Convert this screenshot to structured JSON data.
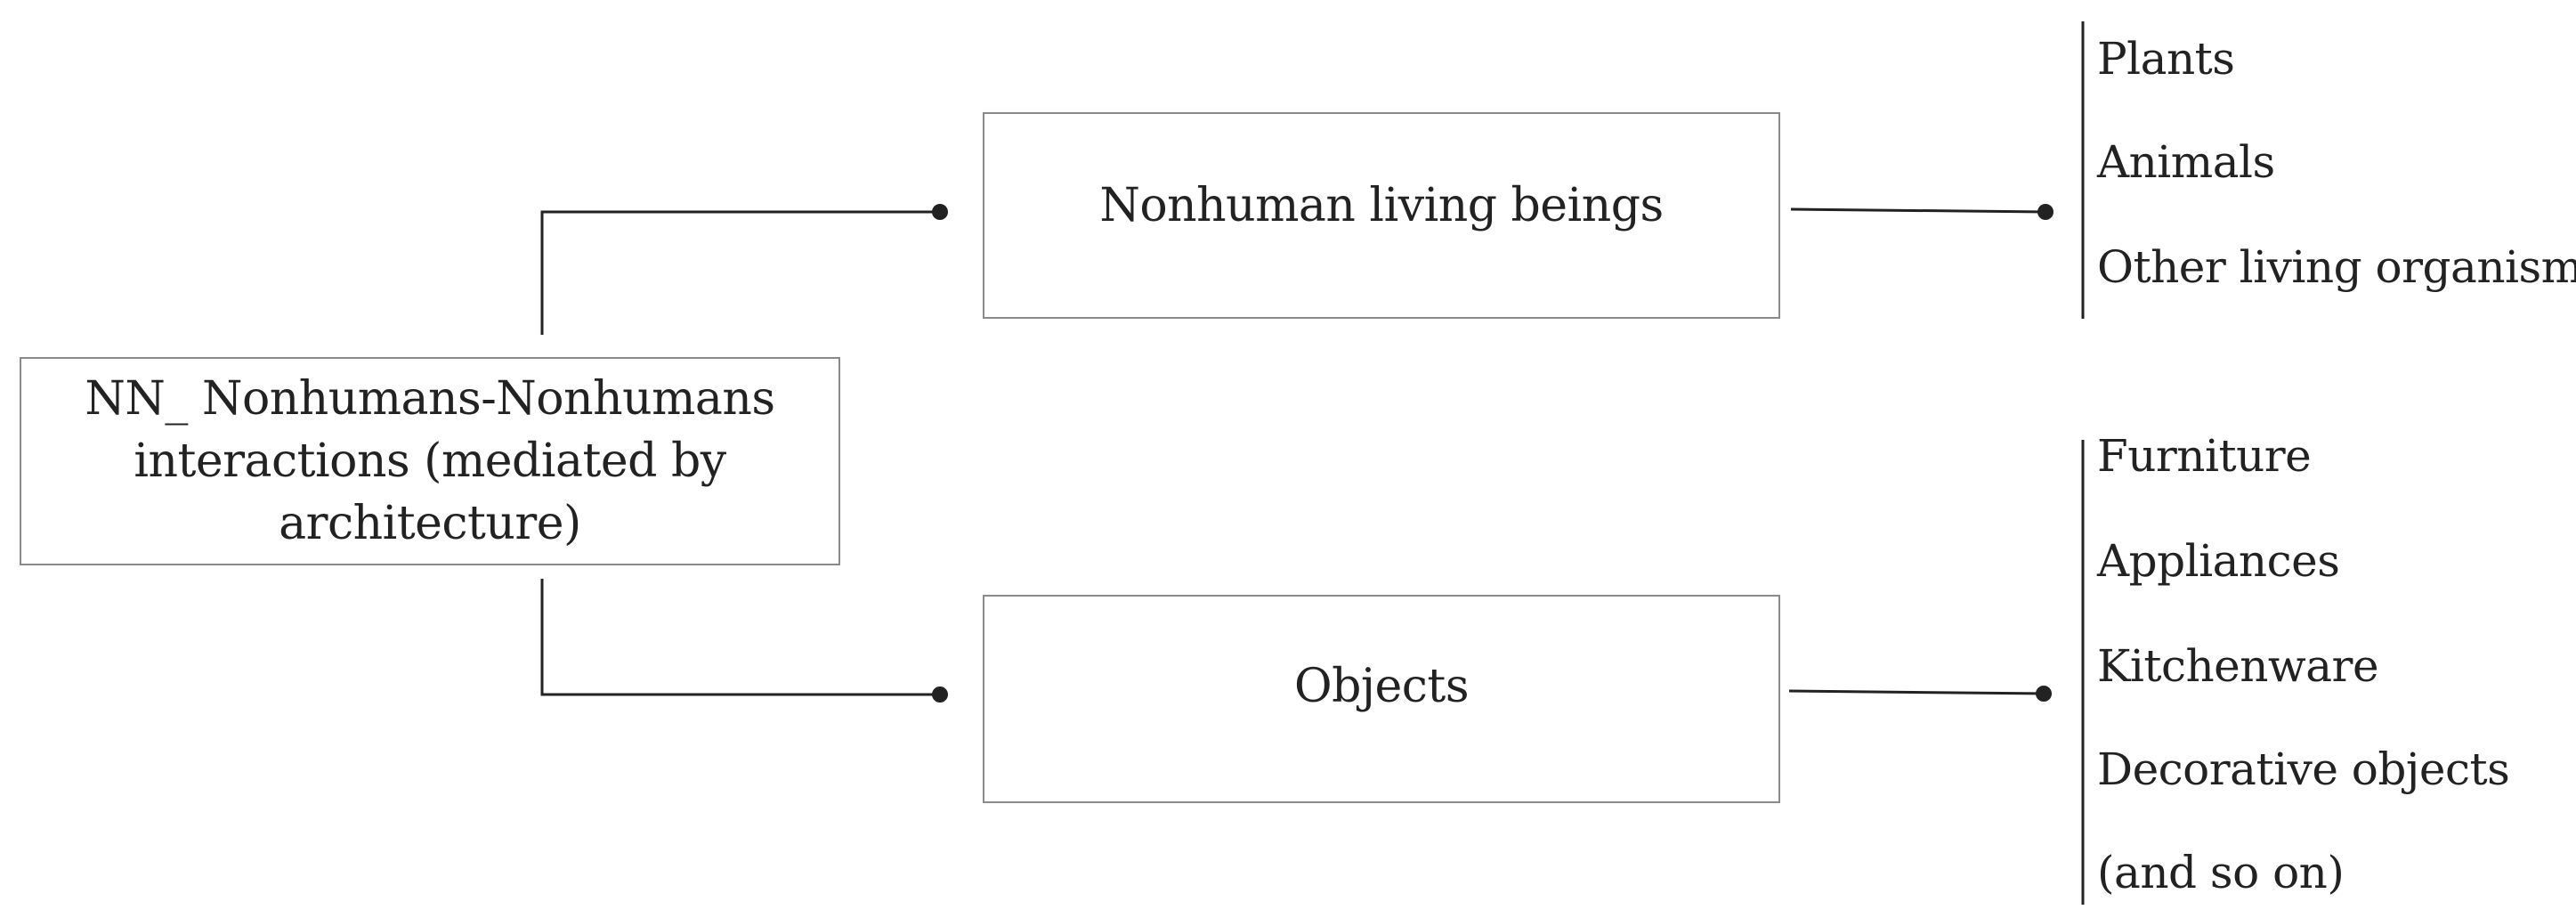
{
  "diagram": {
    "root": {
      "line1": "NN_ Nonhumans-Nonhumans",
      "line2": "interactions (mediated by architecture)"
    },
    "branches": [
      {
        "label": "Nonhuman living beings",
        "items": [
          "Plants",
          "Animals",
          "Other living organisms"
        ]
      },
      {
        "label": "Objects",
        "items": [
          "Furniture",
          "Appliances",
          "Kitchenware",
          "Decorative objects",
          "(and so on)"
        ]
      }
    ]
  },
  "colors": {
    "line": "#222222",
    "box_border": "#8a8a8a",
    "text": "#222222"
  }
}
